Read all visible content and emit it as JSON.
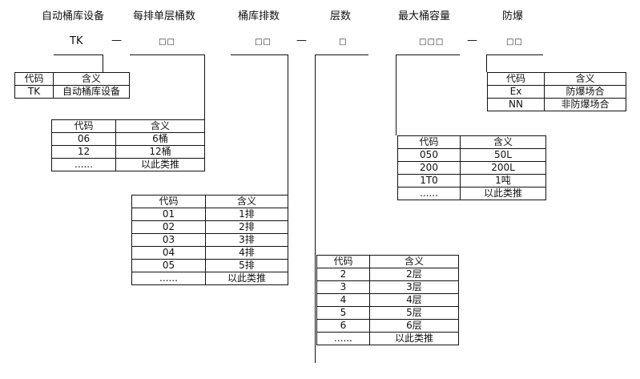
{
  "header": {
    "labels": [
      "自动桶库设备",
      "每排单层桶数",
      "桶库排数",
      "层数",
      "最大桶容量",
      "防爆"
    ],
    "code_prefix": "TK",
    "separator": "—",
    "placeholders": [
      "□□",
      "□□",
      "□",
      "□□□",
      "□□"
    ]
  },
  "tables": {
    "device": {
      "header": [
        "代码",
        "含义"
      ],
      "rows": [
        [
          "TK",
          "自动桶库设备"
        ]
      ]
    },
    "buckets_per_row": {
      "header": [
        "代码",
        "含义"
      ],
      "rows": [
        [
          "06",
          "6桶"
        ],
        [
          "12",
          "12桶"
        ],
        [
          "......",
          "以此类推"
        ]
      ]
    },
    "rows_count": {
      "header": [
        "代码",
        "含义"
      ],
      "rows": [
        [
          "01",
          "1排"
        ],
        [
          "02",
          "2排"
        ],
        [
          "03",
          "3排"
        ],
        [
          "04",
          "4排"
        ],
        [
          "05",
          "5排"
        ],
        [
          "......",
          "以此类推"
        ]
      ]
    },
    "layers": {
      "header": [
        "代码",
        "含义"
      ],
      "rows": [
        [
          "2",
          "2层"
        ],
        [
          "3",
          "3层"
        ],
        [
          "4",
          "4层"
        ],
        [
          "5",
          "5层"
        ],
        [
          "6",
          "6层"
        ],
        [
          "......",
          "以此类推"
        ]
      ]
    },
    "capacity": {
      "header": [
        "代码",
        "含义"
      ],
      "rows": [
        [
          "050",
          "50L"
        ],
        [
          "200",
          "200L"
        ],
        [
          "1T0",
          "1吨"
        ],
        [
          "......",
          "以此类推"
        ]
      ]
    },
    "explosion": {
      "header": [
        "代码",
        "含义"
      ],
      "rows": [
        [
          "Ex",
          "防爆场合"
        ],
        [
          "NN",
          "非防爆场合"
        ]
      ]
    }
  }
}
